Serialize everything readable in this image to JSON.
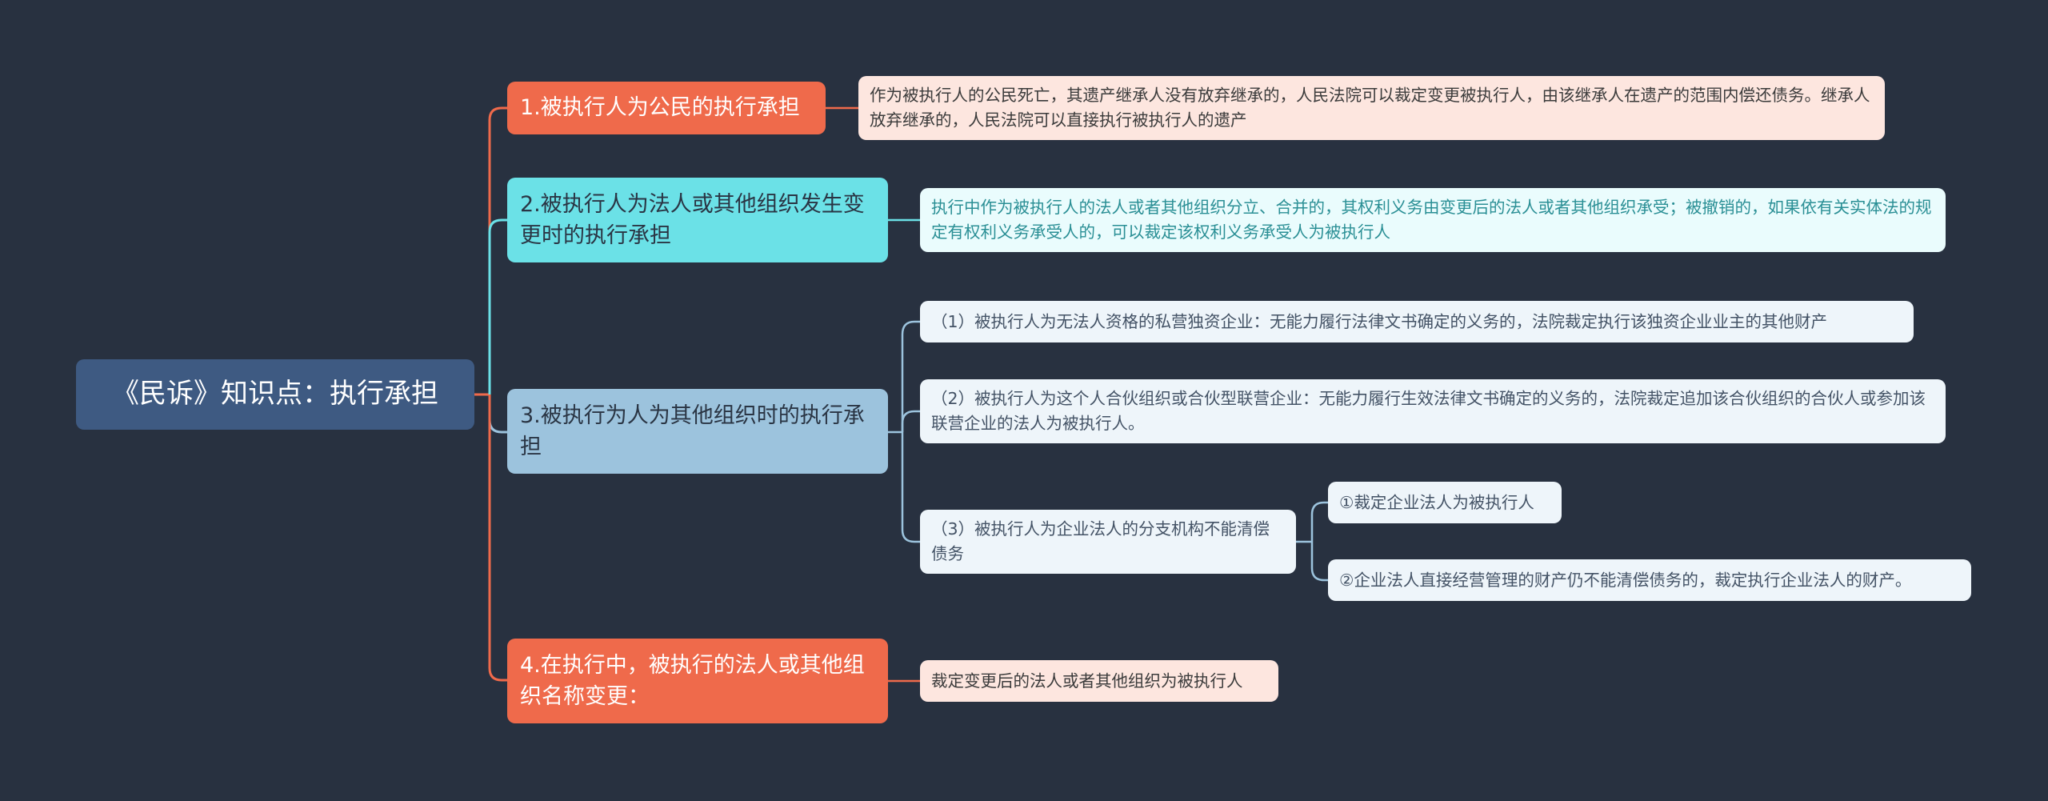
{
  "root": {
    "label": "《民诉》知识点：执行承担"
  },
  "branches": [
    {
      "label": "1.被执行人为公民的执行承担",
      "color": "#ef6a4b",
      "details": [
        "作为被执行人的公民死亡，其遗产继承人没有放弃继承的，人民法院可以裁定变更被执行人，由该继承人在遗产的范围内偿还债务。继承人放弃继承的，人民法院可以直接执行被执行人的遗产"
      ]
    },
    {
      "label": "2.被执行人为法人或其他组织发生变更时的执行承担",
      "color": "#6be1e7",
      "details": [
        "执行中作为被执行人的法人或者其他组织分立、合并的，其权利义务由变更后的法人或者其他组织承受；被撤销的，如果依有关实体法的规定有权利义务承受人的，可以裁定该权利义务承受人为被执行人"
      ]
    },
    {
      "label": "3.被执行为人为其他组织时的执行承担",
      "color": "#9cc3dd",
      "details": [
        "（1）被执行人为无法人资格的私营独资企业：无能力履行法律文书确定的义务的，法院裁定执行该独资企业业主的其他财产",
        "（2）被执行人为这个人合伙组织或合伙型联营企业：无能力履行生效法律文书确定的义务的，法院裁定追加该合伙组织的合伙人或参加该联营企业的法人为被执行人。",
        "（3）被执行人为企业法人的分支机构不能清偿债务"
      ],
      "sub_details": [
        "①裁定企业法人为被执行人",
        "②企业法人直接经营管理的财产仍不能清偿债务的，裁定执行企业法人的财产。"
      ]
    },
    {
      "label": "4.在执行中，被执行的法人或其他组织名称变更：",
      "color": "#ef6a4b",
      "details": [
        "裁定变更后的法人或者其他组织为被执行人"
      ]
    }
  ],
  "colors": {
    "background": "#283140",
    "root": "#3e5a82",
    "orange": "#ef6a4b",
    "cyan": "#6be1e7",
    "blue": "#9cc3dd"
  }
}
